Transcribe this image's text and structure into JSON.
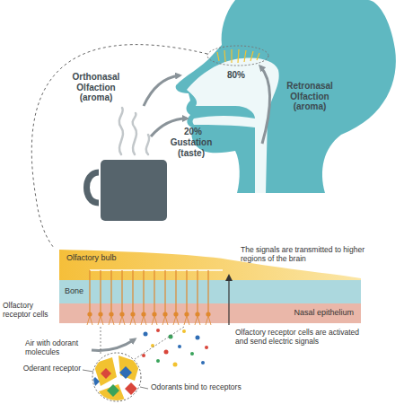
{
  "diagram": {
    "nodes": [
      {
        "text": [
          "Olfactory bulb"
        ]
      },
      {
        "text": [
          "Bone"
        ]
      },
      {
        "text": [
          "Nasal epithelium"
        ]
      }
    ],
    "labels": [
      "Orthonasal Olfaction (aroma)",
      "80%",
      "Retronasal Olfaction (aroma)",
      "20%",
      "Gustation (taste)",
      "The signals are transmitted to higher regions of the brain",
      "Olfactory receptor cells",
      "Air with odorant molecules",
      "Olfactory receptor cells are activated and send electric signals",
      "Oderant receptor",
      "Odorants bind to receptors"
    ]
  }
}
